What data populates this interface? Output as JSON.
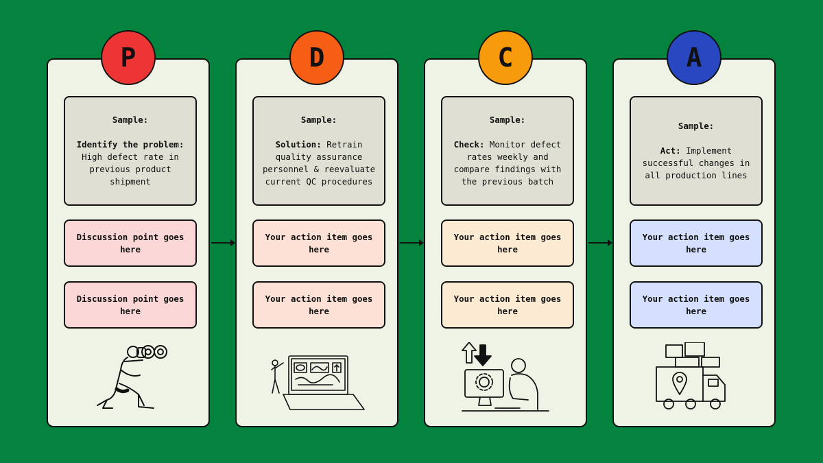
{
  "columns": [
    {
      "letter": "P",
      "badge_color": "#ee3535",
      "tint": "#fbd6d6",
      "sample_label": "Sample:",
      "sample_lead": "Identify the problem:",
      "sample_text": "High defect rate in previous product shipment",
      "items": [
        "Discussion point goes here",
        "Discussion point goes here"
      ],
      "illustration": "binoculars-person-icon"
    },
    {
      "letter": "D",
      "badge_color": "#f65d15",
      "tint": "#fde1d6",
      "sample_label": "Sample:",
      "sample_lead": "Solution:",
      "sample_text": "Retrain quality assurance personnel & reevaluate current QC procedures",
      "items": [
        "Your action item goes here",
        "Your action item goes here"
      ],
      "illustration": "presentation-laptop-icon"
    },
    {
      "letter": "C",
      "badge_color": "#f79a0c",
      "tint": "#fdead3",
      "sample_label": "Sample:",
      "sample_lead": "Check:",
      "sample_text": "Monitor defect rates weekly and compare findings with the previous batch",
      "items": [
        "Your action item goes here",
        "Your action item goes here"
      ],
      "illustration": "computer-worker-icon"
    },
    {
      "letter": "A",
      "badge_color": "#2847c0",
      "tint": "#d4e0fd",
      "sample_label": "Sample:",
      "sample_lead": "Act:",
      "sample_text": "Implement successful changes in all production lines",
      "items": [
        "Your action item goes here",
        "Your action item goes here"
      ],
      "illustration": "delivery-truck-icon"
    }
  ]
}
